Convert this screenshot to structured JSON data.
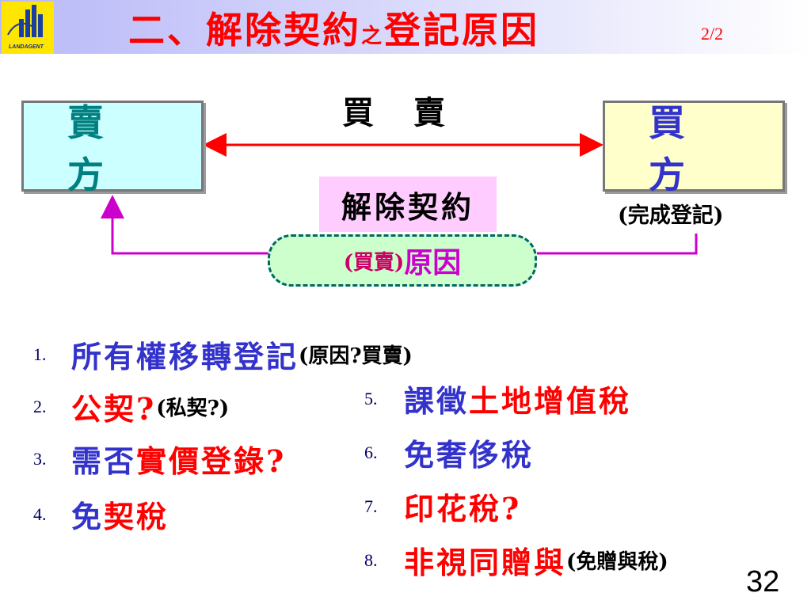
{
  "header": {
    "logo_text": "LANDAGENT",
    "title_part1": "二、解除契約",
    "title_small": "之",
    "title_part2": "登記原因",
    "page_indicator": "2/2"
  },
  "diagram": {
    "seller": "賣方",
    "buyer": "買方",
    "sale_label": "買賣",
    "rescind_label": "解除契約",
    "buyer_note": "(完成登記)",
    "reason_paren": "(買賣)",
    "reason_main": "原因"
  },
  "list_left": [
    {
      "num": "1.",
      "text_blue": "所有權移轉登記",
      "note": "(原因?買賣)"
    },
    {
      "num": "2.",
      "text_red": "公契?",
      "note": "(私契?)"
    },
    {
      "num": "3.",
      "text_blue": "需否",
      "text_red": "實價登錄?"
    },
    {
      "num": "4.",
      "text_blue": "免",
      "text_red": "契稅"
    }
  ],
  "list_right": [
    {
      "num": "5.",
      "text_blue": "課徵",
      "text_red": "土地增值稅"
    },
    {
      "num": "6.",
      "text_blue": "免奢侈稅"
    },
    {
      "num": "7.",
      "text_red": "印花稅?"
    },
    {
      "num": "8.",
      "text_red": "非視同贈與",
      "note": "(免贈與稅)"
    }
  ],
  "slide_number": "32",
  "colors": {
    "title": "#ff0000",
    "blue": "#3333cc",
    "red": "#ff0000",
    "arrow": "#ff0000",
    "connector": "#cc00cc"
  }
}
